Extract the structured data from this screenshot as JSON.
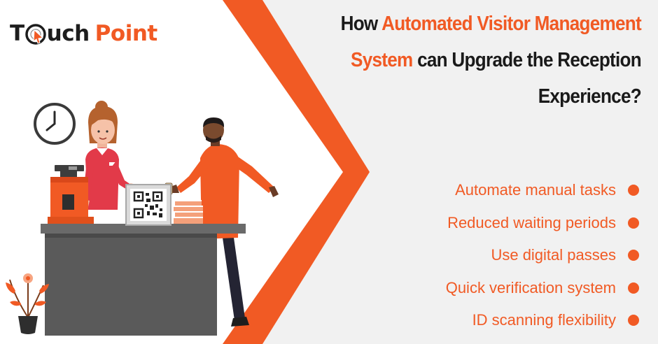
{
  "brand": {
    "name_part1": "T",
    "name_part2": "uch",
    "name_part3": "Point",
    "icon": "target-cursor-icon",
    "colors": {
      "accent": "#f15a24",
      "dark": "#1d1d1d"
    }
  },
  "heading": {
    "prefix": "How ",
    "highlight1": "Automated Visitor Management",
    "highlight2": "System",
    "suffix1": " can Upgrade the Reception",
    "suffix2": "Experience?"
  },
  "benefits": [
    {
      "label": "Automate manual tasks",
      "icon": "bullet-dot-icon"
    },
    {
      "label": "Reduced waiting periods",
      "icon": "bullet-dot-icon"
    },
    {
      "label": "Use digital passes",
      "icon": "bullet-dot-icon"
    },
    {
      "label": "Quick verification system",
      "icon": "bullet-dot-icon"
    },
    {
      "label": "ID scanning flexibility",
      "icon": "bullet-dot-icon"
    }
  ],
  "illustration": {
    "subject": "reception-desk-scene",
    "icons": [
      "wall-clock-icon",
      "cash-register-icon",
      "qr-code-icon",
      "books-icon",
      "flower-pot-icon",
      "phone-icon"
    ]
  },
  "colors": {
    "accent": "#f15a24",
    "background": "#f1f1f1",
    "panel": "#ffffff",
    "text": "#1a1a1a"
  }
}
